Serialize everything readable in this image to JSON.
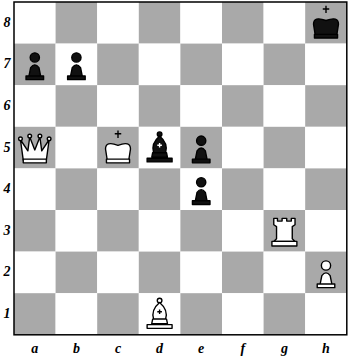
{
  "diagram": {
    "labels": [
      "8",
      "7",
      "6",
      "5",
      "4",
      "3",
      "2",
      "1",
      "a",
      "b",
      "c",
      "d",
      "e",
      "f",
      "g",
      "h"
    ]
  }
}
